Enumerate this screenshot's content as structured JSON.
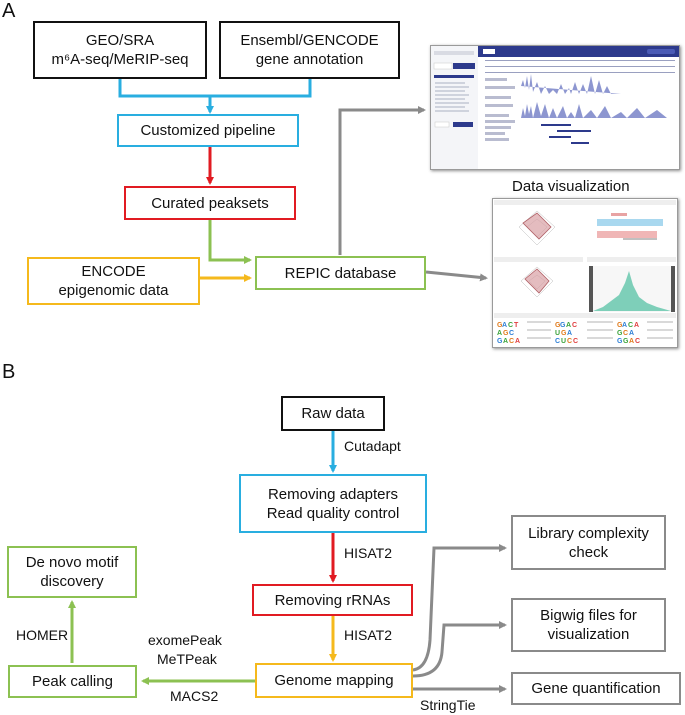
{
  "panel_a": {
    "letter": "A",
    "geo_line1": "GEO/SRA",
    "geo_line2": "m⁶A-seq/MeRIP-seq",
    "ensembl_line1": "Ensembl/GENCODE",
    "ensembl_line2": "gene annotation",
    "pipeline": "Customized pipeline",
    "peaksets": "Curated peaksets",
    "encode_line1": "ENCODE",
    "encode_line2": "epigenomic data",
    "repic": "REPIC database",
    "viz_title": "Data visualization"
  },
  "panel_b": {
    "letter": "B",
    "raw": "Raw data",
    "cutadapt": "Cutadapt",
    "remove_line1": "Removing adapters",
    "remove_line2": "Read quality control",
    "hisat2_a": "HISAT2",
    "rrna": "Removing rRNAs",
    "hisat2_b": "HISAT2",
    "genome": "Genome mapping",
    "library_line1": "Library complexity",
    "library_line2": "check",
    "bigwig_line1": "Bigwig files for",
    "bigwig_line2": "visualization",
    "gene_quant": "Gene quantification",
    "stringtie": "StringTie",
    "peak": "Peak calling",
    "exome": "exomePeak",
    "metpeak": "MeTPeak",
    "macs2": "MACS2",
    "denovo_line1": "De novo motif",
    "denovo_line2": "discovery",
    "homer": "HOMER"
  },
  "colors": {
    "blue": "#29aee0",
    "red": "#e11b22",
    "green": "#8cc152",
    "gold": "#f5b91c",
    "gray": "#8a8a8a",
    "navy": "#2d3a8c"
  }
}
